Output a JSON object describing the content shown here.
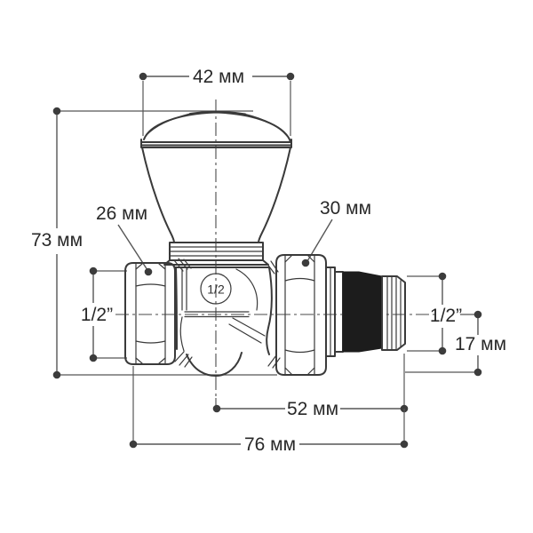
{
  "diagram": {
    "type": "technical-drawing",
    "subject": "straight manual radiator valve with handwheel, side elevation with dimensions",
    "units": "мм",
    "labels": {
      "handle_width": "42 мм",
      "overall_height": "73 мм",
      "left_nut": "26 мм",
      "union_nut": "30 мм",
      "left_thread": "1/2”",
      "right_thread": "1/2”",
      "tail_offset": "17 мм",
      "center_to_tail_end": "52 мм",
      "overall_length": "76 мм",
      "body_stamp": "1/2"
    },
    "colors": {
      "background": "#ffffff",
      "drawing_line": "#3a3a3a",
      "dimension_line": "#565656",
      "text": "#282828",
      "seal_fill": "#1c1c1c"
    }
  }
}
